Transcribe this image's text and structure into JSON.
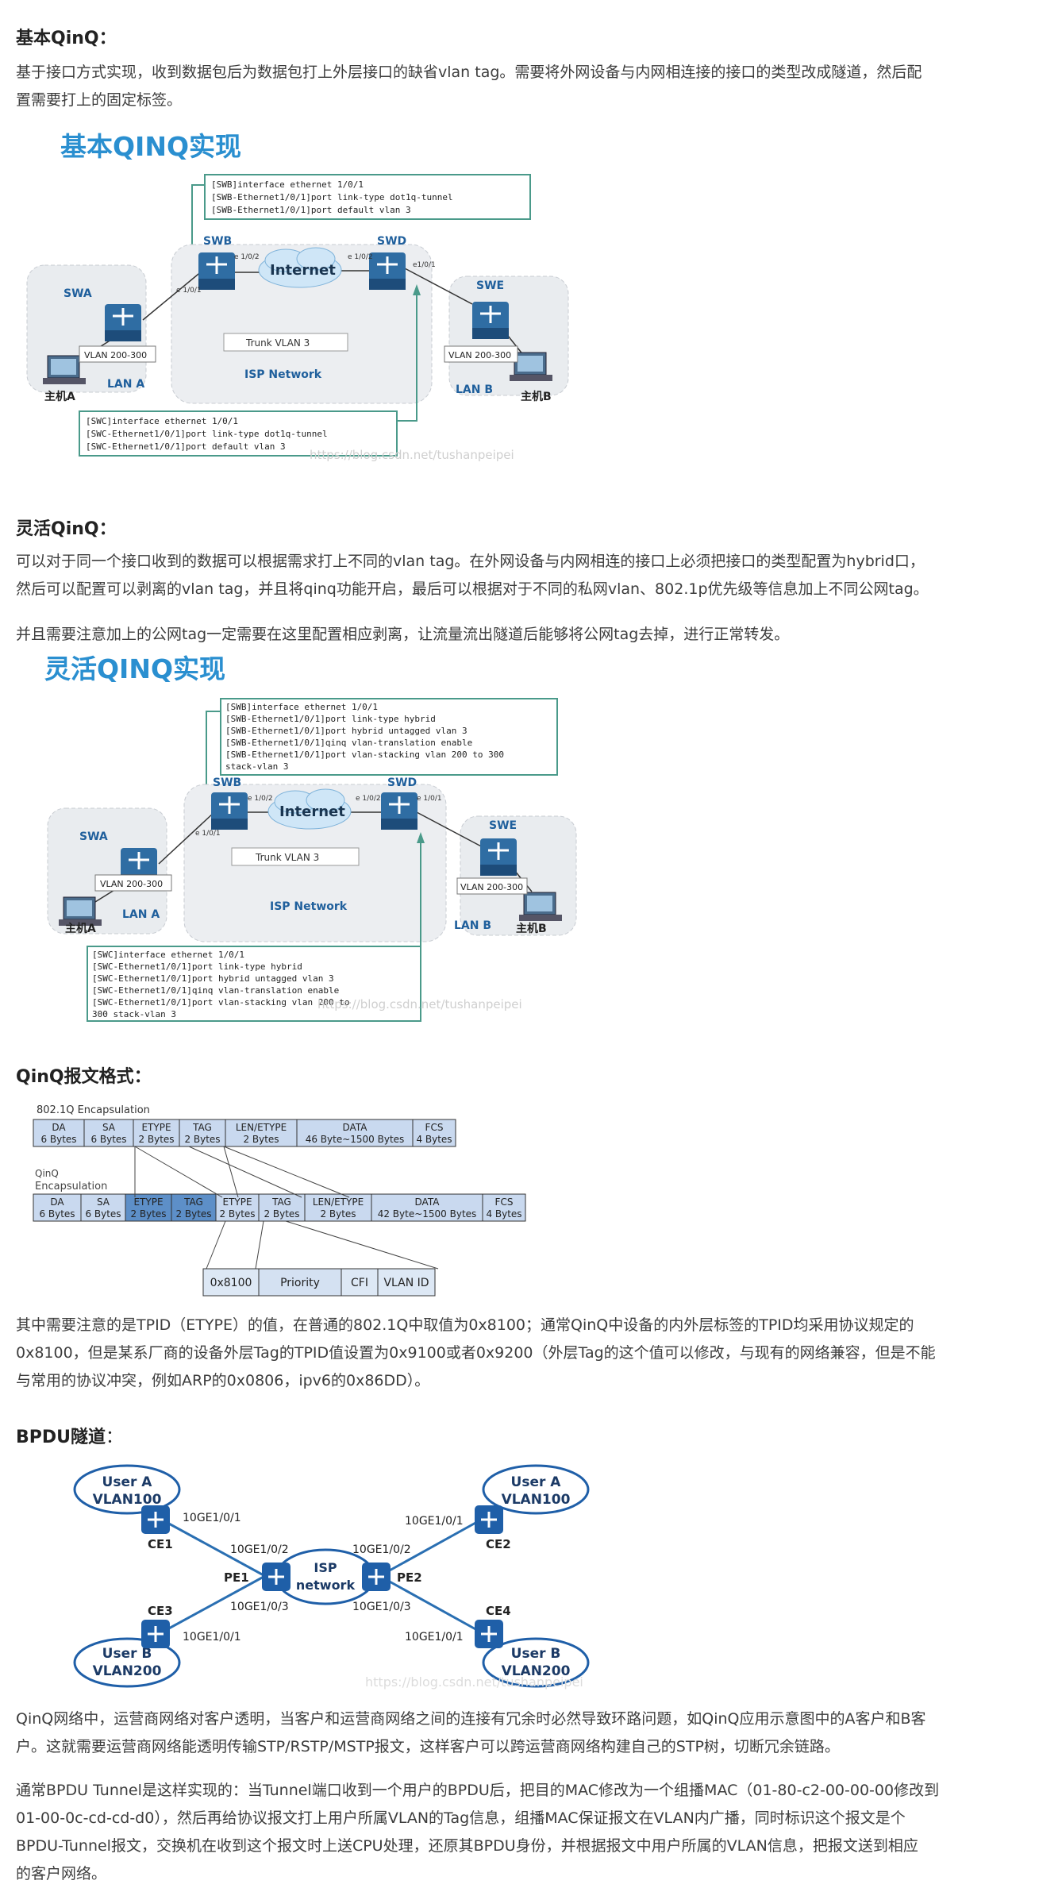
{
  "s1": {
    "heading": "基本QinQ：",
    "para_l1": "基于接口方式实现，收到数据包后为数据包打上外层接口的缺省vlan tag。需要将外网设备与内网相连接的接口的类型改成隧道，然后配",
    "para_l2": "置需要打上的固定标签。",
    "fig": {
      "title": "基本QINQ实现",
      "cfg_top": [
        "[SWB]interface ethernet 1/0/1",
        "[SWB-Ethernet1/0/1]port link-type dot1q-tunnel",
        "[SWB-Ethernet1/0/1]port default vlan 3"
      ],
      "cfg_bottom": [
        "[SWC]interface ethernet 1/0/1",
        "[SWC-Ethernet1/0/1]port link-type dot1q-tunnel",
        "[SWC-Ethernet1/0/1]port default vlan 3"
      ],
      "swa": "SWA",
      "swb": "SWB",
      "swd": "SWD",
      "swe": "SWE",
      "internet": "Internet",
      "trunk": "Trunk VLAN 3",
      "isp": "ISP Network",
      "lan_a": "LAN A",
      "lan_b": "LAN B",
      "vlan_a": "VLAN 200-300",
      "vlan_b": "VLAN 200-300",
      "host_a": "主机A",
      "host_b": "主机B",
      "p_e101_a": "e 1/0/1",
      "p_e102_b": "e 1/0/2",
      "p_e102_d": "e 1/0/2",
      "p_e101_d": "e1/0/1",
      "watermark": "https://blog.csdn.net/tushanpeipei"
    }
  },
  "s2": {
    "heading": "灵活QinQ：",
    "para1_l1": "可以对于同一个接口收到的数据可以根据需求打上不同的vlan tag。在外网设备与内网相连的接口上必须把接口的类型配置为hybrid口，",
    "para1_l2": "然后可以配置可以剥离的vlan tag，并且将qinq功能开启，最后可以根据对于不同的私网vlan、802.1p优先级等信息加上不同公网tag。",
    "para2": "并且需要注意加上的公网tag一定需要在这里配置相应剥离，让流量流出隧道后能够将公网tag去掉，进行正常转发。",
    "fig": {
      "title": "灵活QINQ实现",
      "cfg_top": [
        "[SWB]interface ethernet 1/0/1",
        "[SWB-Ethernet1/0/1]port link-type hybrid",
        "[SWB-Ethernet1/0/1]port hybrid untagged vlan 3",
        "[SWB-Ethernet1/0/1]qinq vlan-translation enable",
        "[SWB-Ethernet1/0/1]port vlan-stacking vlan 200 to 300",
        "stack-vlan 3"
      ],
      "cfg_bottom": [
        "[SWC]interface ethernet 1/0/1",
        "[SWC-Ethernet1/0/1]port link-type hybrid",
        "[SWC-Ethernet1/0/1]port hybrid untagged vlan 3",
        "[SWC-Ethernet1/0/1]qinq vlan-translation enable",
        "[SWC-Ethernet1/0/1]port vlan-stacking vlan 200 to",
        "300 stack-vlan 3"
      ],
      "swa": "SWA",
      "swb": "SWB",
      "swd": "SWD",
      "swe": "SWE",
      "internet": "Internet",
      "trunk": "Trunk VLAN 3",
      "isp": "ISP Network",
      "lan_a": "LAN A",
      "lan_b": "LAN B",
      "vlan_a": "VLAN 200-300",
      "vlan_b": "VLAN 200-300",
      "host_a": "主机A",
      "host_b": "主机B",
      "p_e101_a": "e 1/0/1",
      "p_e102_b": "e 1/0/2",
      "p_e102_d": "e 1/0/2",
      "p_e101_d": "e 1/0/1",
      "watermark": "https://blog.csdn.net/tushanpeipei"
    }
  },
  "s3": {
    "heading": "QinQ报文格式：",
    "enc1_label": "802.1Q Encapsulation",
    "enc2_label_l1": "QinQ",
    "enc2_label_l2": "Encapsulation",
    "row1": [
      {
        "name": "DA",
        "size": "6 Bytes"
      },
      {
        "name": "SA",
        "size": "6 Bytes"
      },
      {
        "name": "ETYPE",
        "size": "2 Bytes"
      },
      {
        "name": "TAG",
        "size": "2 Bytes"
      },
      {
        "name": "LEN/ETYPE",
        "size": "2 Bytes"
      },
      {
        "name": "DATA",
        "size": "46 Byte~1500 Bytes"
      },
      {
        "name": "FCS",
        "size": "4 Bytes"
      }
    ],
    "row2": [
      {
        "name": "DA",
        "size": "6 Bytes"
      },
      {
        "name": "SA",
        "size": "6 Bytes"
      },
      {
        "name": "ETYPE",
        "size": "2 Bytes"
      },
      {
        "name": "TAG",
        "size": "2 Bytes"
      },
      {
        "name": "ETYPE",
        "size": "2 Bytes"
      },
      {
        "name": "TAG",
        "size": "2 Bytes"
      },
      {
        "name": "LEN/ETYPE",
        "size": "2 Bytes"
      },
      {
        "name": "DATA",
        "size": "42 Byte~1500 Bytes"
      },
      {
        "name": "FCS",
        "size": "4 Bytes"
      }
    ],
    "tag_fields": [
      "0x8100",
      "Priority",
      "CFI",
      "VLAN ID"
    ],
    "para_l1": "其中需要注意的是TPID（ETYPE）的值，在普通的802.1Q中取值为0x8100；通常QinQ中设备的内外层标签的TPID均采用协议规定的",
    "para_l2": "0x8100，但是某系厂商的设备外层Tag的TPID值设置为0x9100或者0x9200（外层Tag的这个值可以修改，与现有的网络兼容，但是不能",
    "para_l3": "与常用的协议冲突，例如ARP的0x0806，ipv6的0x86DD）。"
  },
  "s4": {
    "heading": "BPDU隧道",
    "heading_colon": "：",
    "fig": {
      "cloud_a1_l1": "User A",
      "cloud_a1_l2": "VLAN100",
      "cloud_a2_l1": "User A",
      "cloud_a2_l2": "VLAN100",
      "cloud_b1_l1": "User B",
      "cloud_b1_l2": "VLAN200",
      "cloud_b2_l1": "User B",
      "cloud_b2_l2": "VLAN200",
      "isp_l1": "ISP",
      "isp_l2": "network",
      "ce1": "CE1",
      "ce2": "CE2",
      "ce3": "CE3",
      "ce4": "CE4",
      "pe1": "PE1",
      "pe2": "PE2",
      "p_ce1": "10GE1/0/1",
      "p_pe1_top": "10GE1/0/2",
      "p_pe1_bot": "10GE1/0/3",
      "p_ce3": "10GE1/0/1",
      "p_ce2": "10GE1/0/1",
      "p_pe2_top": "10GE1/0/2",
      "p_pe2_bot": "10GE1/0/3",
      "p_ce4": "10GE1/0/1",
      "watermark": "https://blog.csdn.net/tushanpeipei"
    },
    "para1_l1": "QinQ网络中，运营商网络对客户透明，当客户和运营商网络之间的连接有冗余时必然导致环路问题，如QinQ应用示意图中的A客户和B客",
    "para1_l2": "户。这就需要运营商网络能透明传输STP/RSTP/MSTP报文，这样客户可以跨运营商网络构建自己的STP树，切断冗余链路。",
    "para2_l1": "通常BPDU Tunnel是这样实现的：当Tunnel端口收到一个用户的BPDU后，把目的MAC修改为一个组播MAC（01-80-c2-00-00-00修改到",
    "para2_l2": "01-00-0c-cd-cd-d0），然后再给协议报文打上用户所属VLAN的Tag信息，组播MAC保证报文在VLAN内广播，同时标识这个报文是个",
    "para2_l3": "BPDU-Tunnel报文，交换机在收到这个报文时上送CPU处理，还原其BPDU身份，并根据报文中用户所属的VLAN信息，把报文送到相应",
    "para2_l4": "的客户网络。"
  },
  "colors": {
    "title_blue": "#2a8fd0",
    "cfg_border": "#4a9a8a",
    "switch_blue": "#2f6da3",
    "cell_fill": "#c9d9ef",
    "cell_dark": "#5d8fc8",
    "bpdu_blue": "#1f5fa8"
  }
}
